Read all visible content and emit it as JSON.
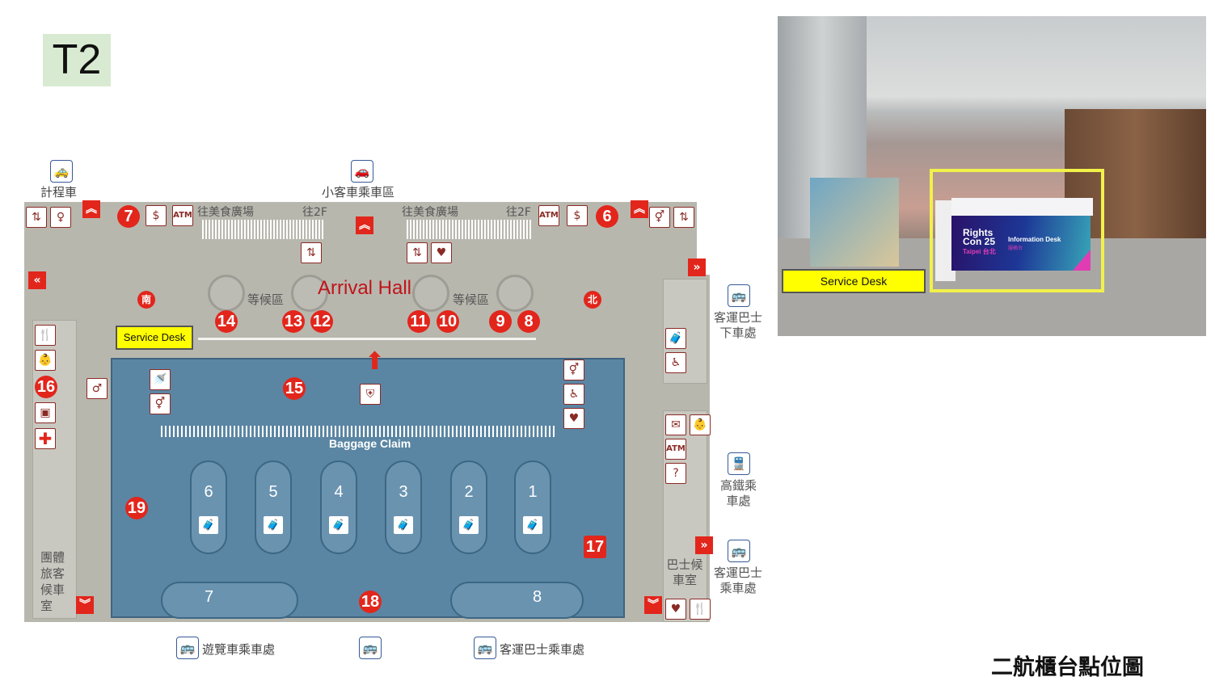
{
  "title": "T2",
  "caption": "二航櫃台點位圖",
  "map": {
    "hall_label": "Arrival Hall",
    "baggage_label": "Baggage Claim",
    "service_desk": "Service Desk",
    "taxi": "計程車",
    "car_pickup": "小客車乘車區",
    "to_food_court": "往美食廣場",
    "to_2f": "往2F",
    "atm": "ATM",
    "waiting_area": "等候區",
    "south": "南",
    "north": "北",
    "bus_dropoff": "客運巴士下車處",
    "hsr": "高鐵乘車處",
    "bus_lounge": "巴士候車室",
    "bus_pickup": "客運巴士乘車處",
    "group_lounge": "團體旅客候車室",
    "tour_bus": "遊覽車乘車處",
    "exit_numbers": [
      "7",
      "6",
      "14",
      "13",
      "12",
      "11",
      "10",
      "9",
      "8",
      "15",
      "16",
      "17",
      "18",
      "19"
    ],
    "carousels": [
      "6",
      "5",
      "4",
      "3",
      "2",
      "1"
    ],
    "bottom_carousels": [
      "7",
      "8"
    ]
  },
  "photo": {
    "service_desk": "Service Desk",
    "desk_brand_1": "Rights",
    "desk_brand_2": "Con 25",
    "desk_brand_3": "Taipei 台北",
    "desk_title": "Information Desk",
    "desk_subtitle": "服務台"
  }
}
